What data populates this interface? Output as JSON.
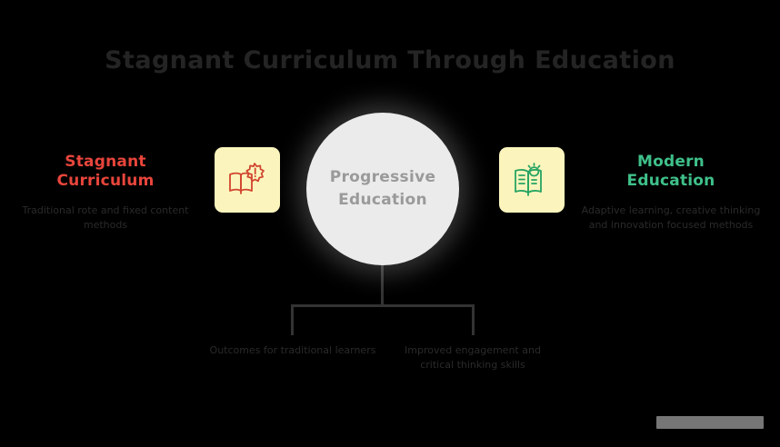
{
  "title": "Stagnant Curriculum Through Education",
  "center": {
    "label": "Progressive\nEducation",
    "line1": "Progressive",
    "line2": "Education"
  },
  "left": {
    "heading_line1": "Stagnant",
    "heading_line2": "Curriculum",
    "body": "Traditional rote and fixed content methods",
    "icon": "book-alert-icon",
    "color": "#e8453c",
    "icon_card_color": "#fbf5bd"
  },
  "right": {
    "heading_line1": "Modern",
    "heading_line2": "Education",
    "body": "Adaptive learning, creative thinking and innovation focused methods",
    "icon": "book-lightbulb-icon",
    "color": "#3fc08a",
    "icon_card_color": "#fbf5bd"
  },
  "bottom": {
    "left_text": "Outcomes for traditional learners",
    "right_text": "Improved engagement and critical thinking skills"
  },
  "watermark": {
    "label": ""
  }
}
